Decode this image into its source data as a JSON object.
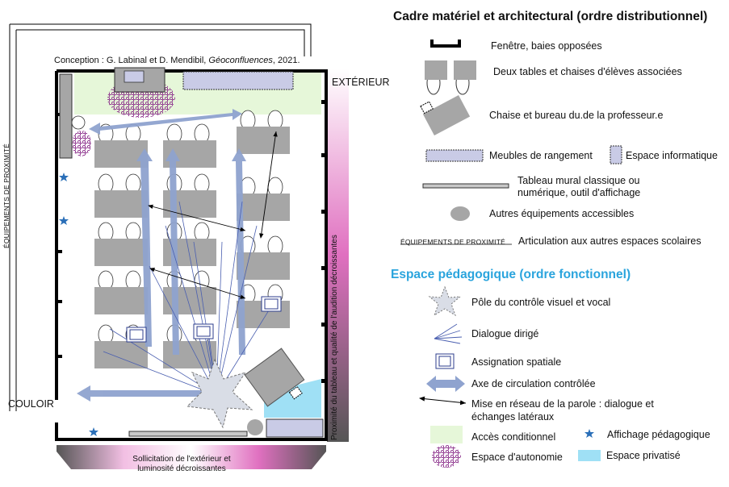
{
  "plan": {
    "credit_prefix": "Conception : G. Labinal et D. Mendibil, ",
    "credit_journal": "Géoconfluences",
    "credit_suffix": ", 2021.",
    "exterior_label": "EXTÉRIEUR",
    "corridor_label": "COULOIR",
    "left_side_label": "ÉQUIPEMENTS   DE PROXIMITÉ",
    "right_side_label": "Proximité du tableau et qualité de l'audition décroissantes",
    "bottom_label_line1": "Sollicitation de l'extérieur et",
    "bottom_label_line2": "luminosité décroissantes"
  },
  "legend": {
    "material_title": "Cadre matériel et architectural (ordre distributionnel)",
    "items": {
      "window": "Fenêtre, baies opposées",
      "student_tables": "Deux tables et chaises d'élèves  associées",
      "teacher_desk": "Chaise et bureau du.de la professeur.e",
      "storage": "Meubles de rangement",
      "computer": "Espace informatique",
      "board_line1": "Tableau  mural classique ou",
      "board_line2": "numérique,  outil d'affichage",
      "other_equipment": "Autres équipements accessibles",
      "proximity_term": "ÉQUIPEMENTS    DE PROXIMITÉ",
      "proximity_desc": "Articulation aux autres espaces scolaires"
    },
    "pedagogic_title": "Espace pédagogique (ordre fonctionnel)",
    "pedagogic_items": {
      "control_pole": "Pôle du contrôle visuel  et vocal",
      "directed_dialogue": "Dialogue dirigé",
      "spatial_assignment": "Assignation spatiale",
      "circulation_axis": "Axe de  circulation contrôlée",
      "speech_network_line1": "Mise en réseau de la parole : dialogue et",
      "speech_network_line2": "échanges latéraux",
      "conditional_access": "Accès conditionnel",
      "pedagogic_display": "Affichage pédagogique",
      "autonomy_space": "Espace d'autonomie",
      "privatized_space": "Espace privatisé"
    }
  },
  "colors": {
    "wall": "#000000",
    "table_fill": "#a6a6a6",
    "storage_fill": "#c9cbe6",
    "board_fill": "#c8c8c8",
    "arrow_blue": "#8fa3cf",
    "green_zone": "#e6f7d9",
    "privatized_blue": "#9fe0f5",
    "autonomy_purple": "#8b2f8b",
    "display_star": "#2a6fb8",
    "pedagogic_title": "#2aa4dd",
    "gradient_pink": "#e070c0"
  }
}
